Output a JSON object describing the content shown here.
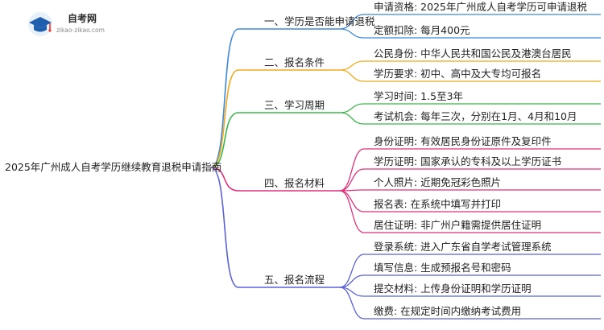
{
  "logo": {
    "name": "自考网",
    "url": "zikao-zikao.com"
  },
  "root": "2025年广州成人自考学历继续教育退税申请指南",
  "branches": [
    {
      "label": "一、学历是否能申请退税",
      "color": "#3e87d9",
      "leaves": [
        "申请资格: 2025年广州成人自考学历可申请退税",
        "定额扣除: 每月400元"
      ]
    },
    {
      "label": "二、报名条件",
      "color": "#f0a91b",
      "leaves": [
        "公民身份: 中华人民共和国公民及港澳台居民",
        "学历要求: 初中、高中及大专均可报名"
      ]
    },
    {
      "label": "三、学习周期",
      "color": "#3cb54a",
      "leaves": [
        "学习时间: 1.5至3年",
        "考试机会: 每年三次，分别在1月、4月和10月"
      ]
    },
    {
      "label": "四、报名材料",
      "color": "#e0307a",
      "leaves": [
        "身份证明: 有效居民身份证原件及复印件",
        "学历证明: 国家承认的专科及以上学历证书",
        "个人照片: 近期免冠彩色照片",
        "报名表: 在系统中填写并打印",
        "居住证明: 非广州户籍需提供居住证明"
      ]
    },
    {
      "label": "五、报名流程",
      "color": "#5a62d6",
      "leaves": [
        "登录系统: 进入广东省自学考试管理系统",
        "填写信息: 生成预报名号和密码",
        "提交材料: 上传身份证明和学历证明",
        "缴费: 在规定时间内缴纳考试费用"
      ]
    }
  ]
}
